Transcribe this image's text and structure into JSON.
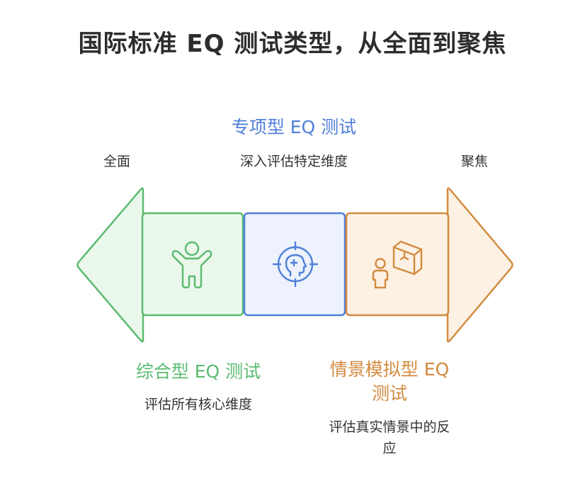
{
  "title": "国际标准 EQ 测试类型，从全面到聚焦",
  "axis": {
    "left_label": "全面",
    "right_label": "聚焦"
  },
  "segments": {
    "comprehensive": {
      "title": "综合型 EQ 测试",
      "desc": "评估所有核心维度",
      "color": "#5bba6f",
      "icon": "child-arms-up-icon"
    },
    "specialized": {
      "title": "专项型 EQ 测试",
      "desc": "深入评估特定维度",
      "color": "#4f7fd8",
      "icon": "head-target-icon"
    },
    "scenario": {
      "title": "情景模拟型 EQ",
      "title_line2": "测试",
      "desc": "评估真实情景中的反",
      "desc_line2": "应",
      "color": "#d28a3f",
      "icon": "person-cube-icon"
    }
  }
}
